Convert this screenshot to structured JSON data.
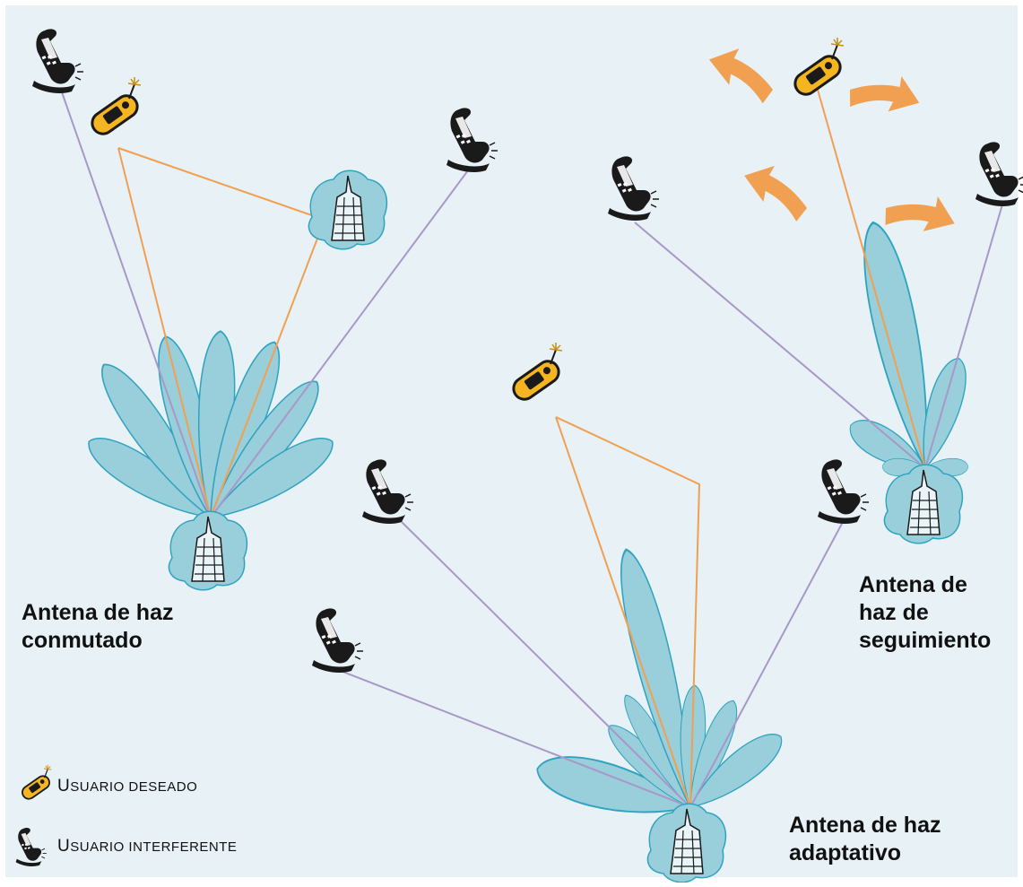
{
  "labels": {
    "switched": "Antena de haz\nconmutado",
    "tracking": "Antena de\nhaz de\nseguimiento",
    "adaptive": "Antena de haz\nadaptativo"
  },
  "legend": {
    "desired_initial": "U",
    "desired_rest": "SUARIO DESEADO",
    "interferer_initial": "U",
    "interferer_rest": "SUARIO INTERFERENTE"
  },
  "colors": {
    "background": "#e7f1f6",
    "lobe_fill": "#99cedb",
    "lobe_stroke": "#2fa3c0",
    "interferer_line": "#a898c8",
    "desired_line": "#f0a050",
    "arrow": "#f0a050",
    "desired_phone": "#f5b520",
    "interferer_phone": "#1a1a1a"
  },
  "icons": [
    "desired-user-phone-icon",
    "interfering-user-phone-icon",
    "base-station-tower-icon",
    "beam-steering-arrow-icon"
  ]
}
